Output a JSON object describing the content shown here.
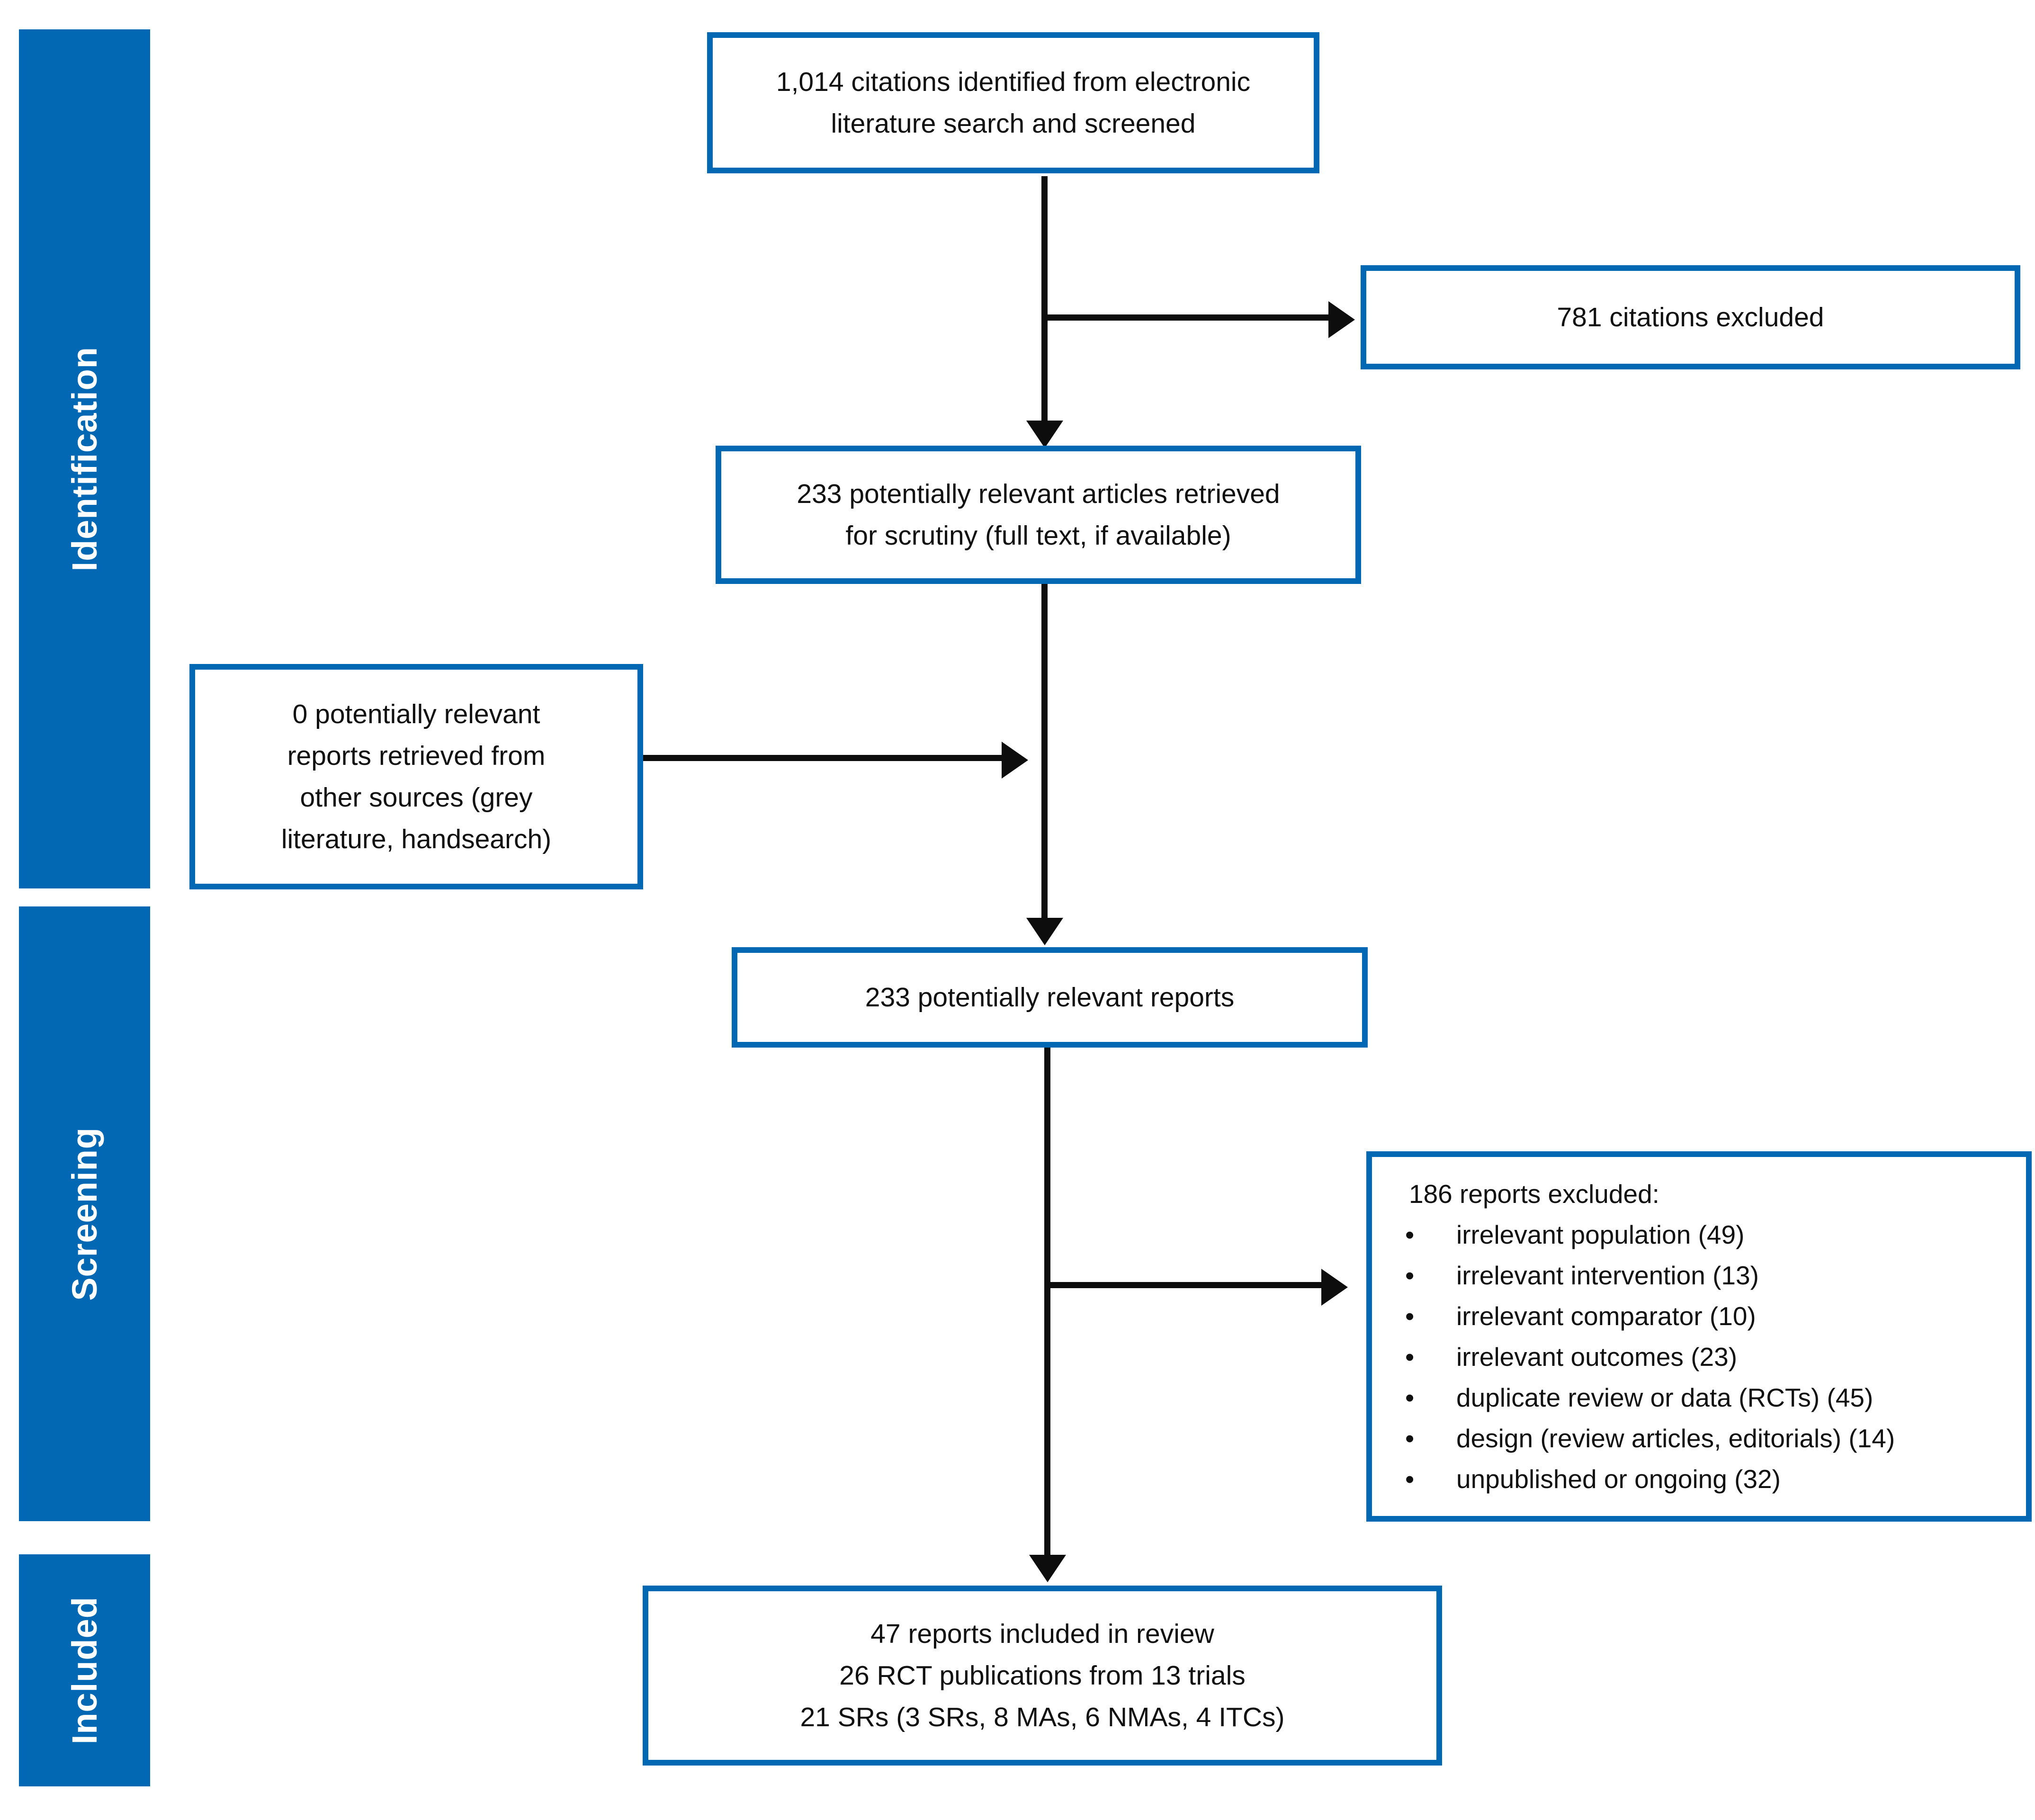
{
  "colors": {
    "accent_blue": "#0268B4",
    "arrow_black": "#0D0D0D",
    "background": "#FFFFFF",
    "label_text": "#FFFFFF",
    "body_text": "#101010"
  },
  "sidebar": {
    "items": [
      {
        "label": "Identification"
      },
      {
        "label": "Screening"
      },
      {
        "label": "Included"
      }
    ]
  },
  "flow": {
    "identified": {
      "lines": [
        "1,014 citations identified from electronic",
        "literature search and screened"
      ]
    },
    "citations_excluded": {
      "lines": [
        "781 citations excluded"
      ]
    },
    "retrieved": {
      "lines": [
        "233 potentially relevant articles retrieved",
        "for scrutiny (full text, if available)"
      ]
    },
    "other_sources": {
      "lines": [
        "0 potentially relevant",
        "reports retrieved from",
        "other sources (grey",
        "literature, handsearch)"
      ]
    },
    "relevant_reports": {
      "lines": [
        "233 potentially relevant reports"
      ]
    },
    "reports_excluded": {
      "heading": "186 reports excluded:",
      "items": [
        "irrelevant population (49)",
        "irrelevant intervention (13)",
        "irrelevant comparator (10)",
        "irrelevant outcomes (23)",
        "duplicate review or data (RCTs) (45)",
        "design (review articles, editorials) (14)",
        "unpublished or ongoing (32)"
      ]
    },
    "included_reports": {
      "lines": [
        "47 reports included in review",
        "26 RCT publications from 13 trials",
        "21 SRs (3 SRs, 8 MAs, 6 NMAs, 4 ITCs)"
      ]
    }
  }
}
